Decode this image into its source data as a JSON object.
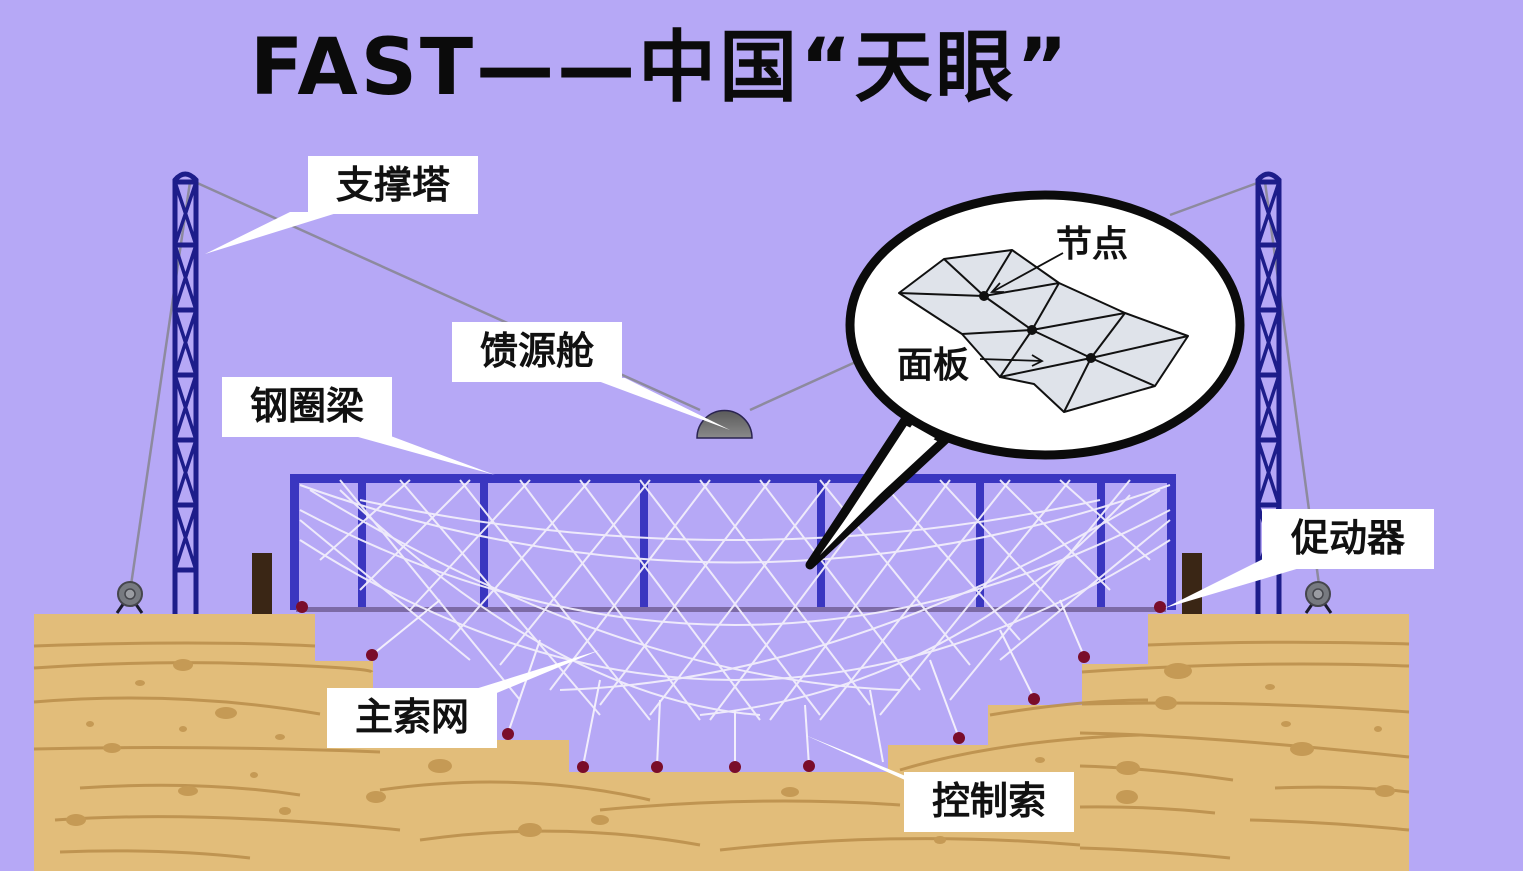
{
  "title": "FAST——中国“天眼”",
  "colors": {
    "background": "#b6a8f6",
    "ground": "#e2bd7a",
    "ground_grain": "#b98e4a",
    "beam_blue": "#3a36c0",
    "tower_navy": "#1d1d8a",
    "cable_white": "#f2eefc",
    "anchor_red": "#7a0d2a",
    "actuator_post": "#3a2615",
    "cabin_gray": "#6e6e6e",
    "label_bg": "#ffffff",
    "text": "#111111"
  },
  "labels": {
    "support_tower": "支撑塔",
    "feed_cabin": "馈源舱",
    "steel_ring_beam": "钢圈梁",
    "actuator": "促动器",
    "main_cable_net": "主索网",
    "control_cable": "控制索"
  },
  "callout": {
    "node": "节点",
    "panel": "面板"
  }
}
